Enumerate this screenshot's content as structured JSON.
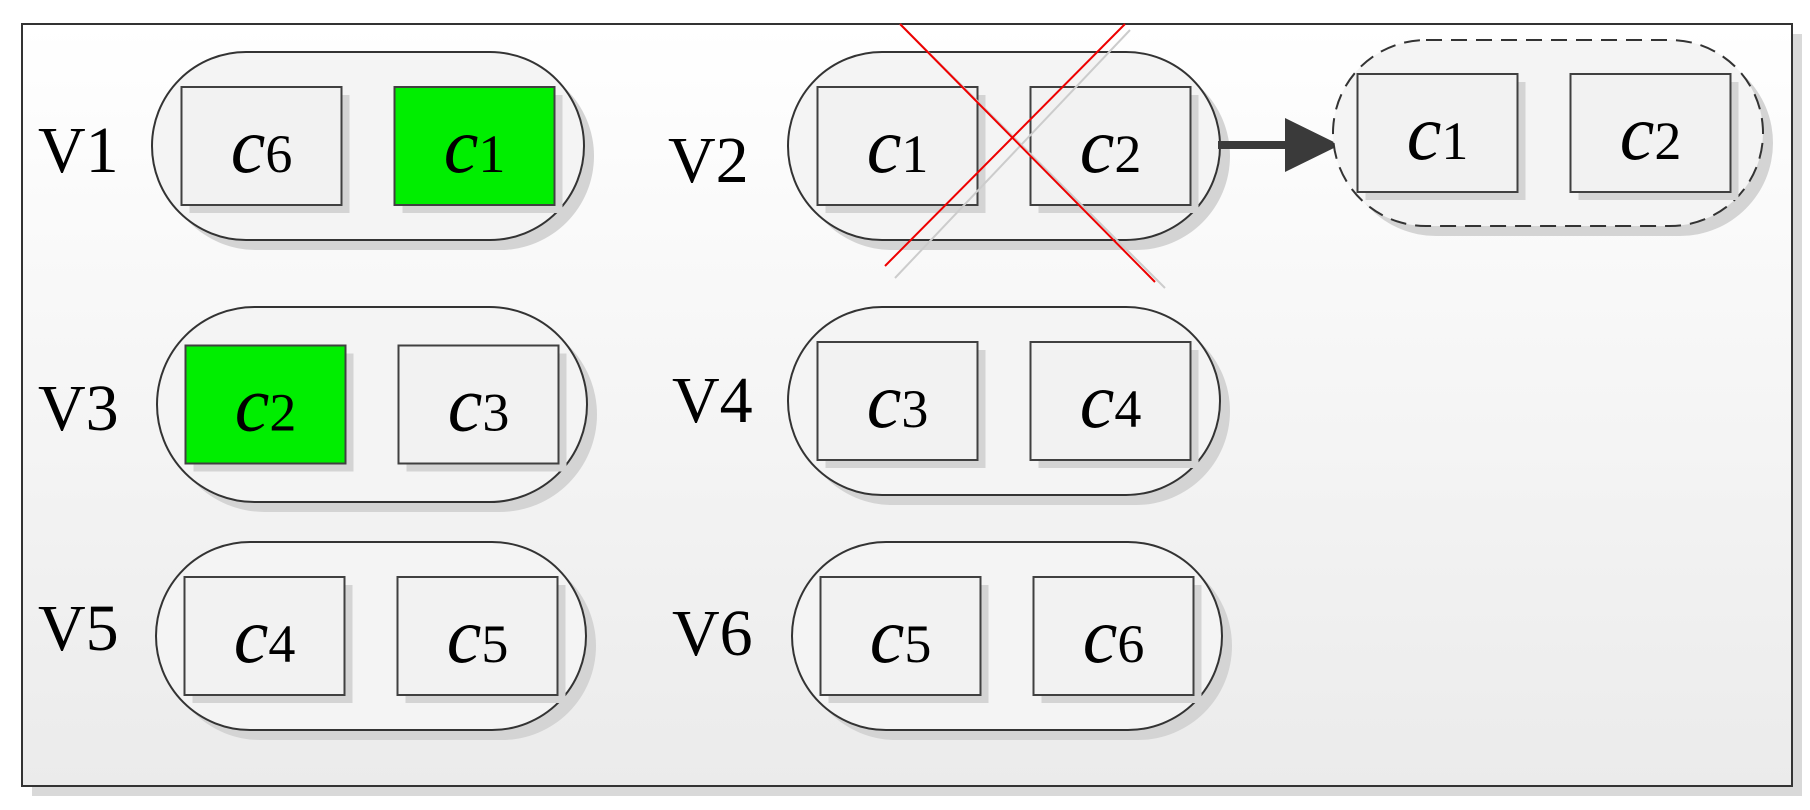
{
  "colors": {
    "panel_top": "#ffffff",
    "panel_bottom": "#ebebeb",
    "panel_border": "#333333",
    "shadow": "#d4d4d4",
    "box_fill": "#f2f2f2",
    "highlight": "#00ee00",
    "cross": "#ee0000",
    "arrow": "#3a3a3a"
  },
  "groups": [
    {
      "label": "V",
      "index": "1",
      "items": [
        {
          "var": "c",
          "index": "6",
          "highlight": false
        },
        {
          "var": "c",
          "index": "1",
          "highlight": true
        }
      ],
      "crossed": false
    },
    {
      "label": "V",
      "index": "2",
      "items": [
        {
          "var": "c",
          "index": "1",
          "highlight": false
        },
        {
          "var": "c",
          "index": "2",
          "highlight": false
        }
      ],
      "crossed": true
    },
    {
      "label": "V",
      "index": "3",
      "items": [
        {
          "var": "c",
          "index": "2",
          "highlight": true
        },
        {
          "var": "c",
          "index": "3",
          "highlight": false
        }
      ],
      "crossed": false
    },
    {
      "label": "V",
      "index": "4",
      "items": [
        {
          "var": "c",
          "index": "3",
          "highlight": false
        },
        {
          "var": "c",
          "index": "4",
          "highlight": false
        }
      ],
      "crossed": false
    },
    {
      "label": "V",
      "index": "5",
      "items": [
        {
          "var": "c",
          "index": "4",
          "highlight": false
        },
        {
          "var": "c",
          "index": "5",
          "highlight": false
        }
      ],
      "crossed": false
    },
    {
      "label": "V",
      "index": "6",
      "items": [
        {
          "var": "c",
          "index": "5",
          "highlight": false
        },
        {
          "var": "c",
          "index": "6",
          "highlight": false
        }
      ],
      "crossed": false
    }
  ],
  "result": {
    "dashed": true,
    "items": [
      {
        "var": "c",
        "index": "1",
        "highlight": false
      },
      {
        "var": "c",
        "index": "2",
        "highlight": false
      }
    ]
  }
}
